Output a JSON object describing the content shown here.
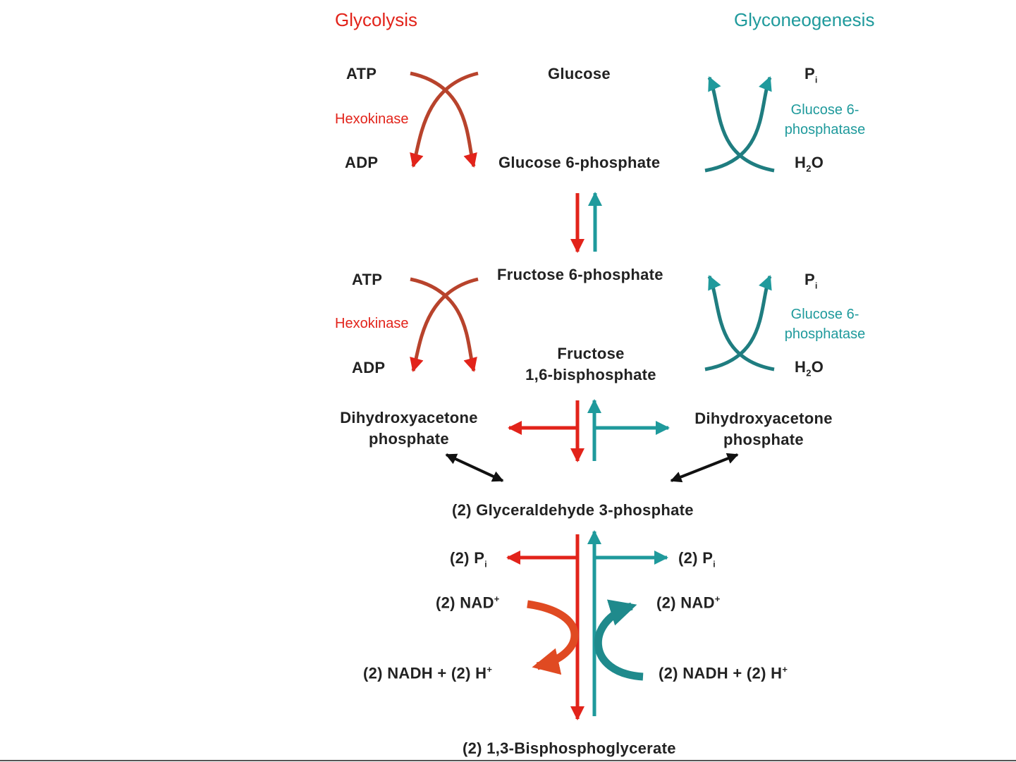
{
  "headers": {
    "glycolysis": "Glycolysis",
    "gluconeogenesis": "Glyconeogenesis"
  },
  "step1": {
    "left_top": "ATP",
    "left_enzyme": "Hexokinase",
    "left_bottom": "ADP",
    "substrate": "Glucose",
    "product": "Glucose 6-phosphate",
    "right_top_main": "P",
    "right_top_sub": "i",
    "right_enzyme_line1": "Glucose 6-",
    "right_enzyme_line2": "phosphatase",
    "right_bottom_a": "H",
    "right_bottom_sub": "2",
    "right_bottom_b": "O"
  },
  "step2": {
    "substrate": "Fructose 6-phosphate",
    "left_top": "ATP",
    "left_enzyme": "Hexokinase",
    "left_bottom": "ADP",
    "product_line1": "Fructose",
    "product_line2": "1,6-bisphosphate",
    "right_top_main": "P",
    "right_top_sub": "i",
    "right_enzyme_line1": "Glucose 6-",
    "right_enzyme_line2": "phosphatase",
    "right_bottom_a": "H",
    "right_bottom_sub": "2",
    "right_bottom_b": "O"
  },
  "step3": {
    "left_line1": "Dihydroxyacetone",
    "left_line2": "phosphate",
    "right_line1": "Dihydroxyacetone",
    "right_line2": "phosphate",
    "product": "(2) Glyceraldehyde  3-phosphate"
  },
  "step4": {
    "left_pi_main": "(2) P",
    "left_pi_sub": "i",
    "right_pi_main": "(2) P",
    "right_pi_sub": "i",
    "left_nad_main": "(2)  NAD",
    "left_nad_sup": "+",
    "right_nad_main": "(2)  NAD",
    "right_nad_sup": "+",
    "left_nadh_main": "(2)  NADH + (2) H",
    "left_nadh_sup": "+",
    "right_nadh_main": "(2)  NADH + (2) H",
    "right_nadh_sup": "+",
    "product": "(2) 1,3-Bisphosphoglycerate"
  },
  "colors": {
    "glycolysis": "#e2231a",
    "gluconeogenesis": "#1f9a9c",
    "curve_red": "#b8432c",
    "curve_teal": "#1f7d80",
    "equilibrium": "#111111"
  }
}
